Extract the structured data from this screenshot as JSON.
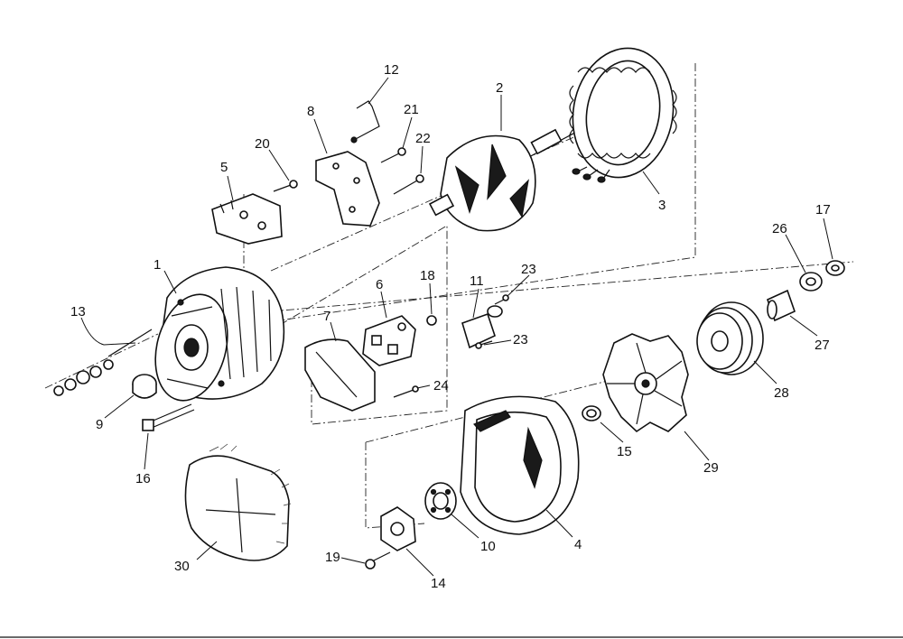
{
  "callouts": {
    "c1": "1",
    "c2": "2",
    "c3": "3",
    "c4": "4",
    "c5": "5",
    "c6": "6",
    "c7": "7",
    "c8": "8",
    "c9": "9",
    "c10": "10",
    "c11": "11",
    "c12": "12",
    "c13": "13",
    "c14": "14",
    "c15": "15",
    "c16": "16",
    "c17": "17",
    "c18": "18",
    "c19": "19",
    "c20": "20",
    "c21": "21",
    "c22": "22",
    "c23a": "23",
    "c23b": "23",
    "c24": "24",
    "c26": "26",
    "c27": "27",
    "c28": "28",
    "c29": "29",
    "c30": "30"
  }
}
